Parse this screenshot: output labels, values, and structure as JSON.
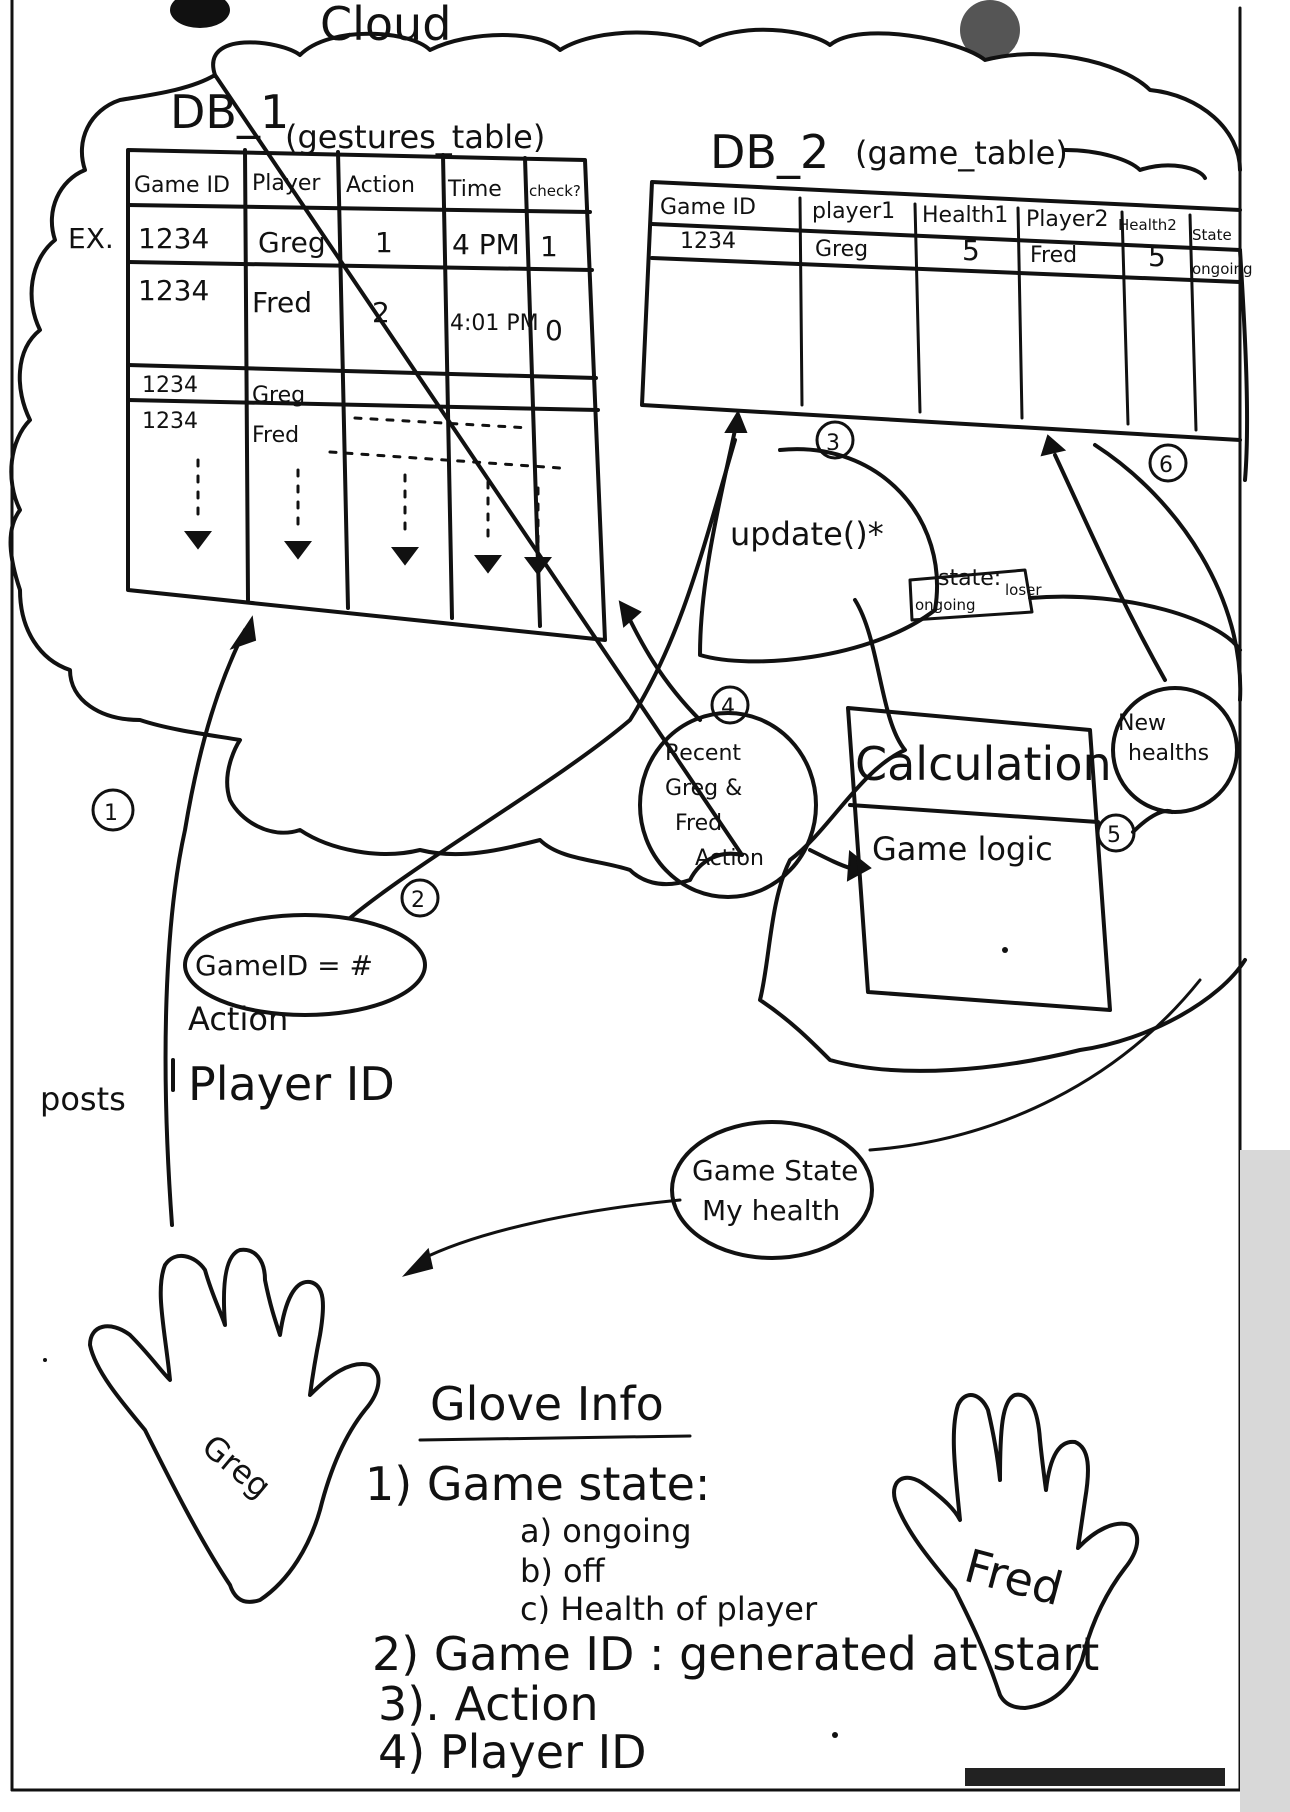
{
  "diagram": {
    "cloud_title": "Cloud",
    "db1": {
      "title": "DB_1",
      "subtitle": "(gestures_table)",
      "row_label": "EX.",
      "columns": [
        "Game ID",
        "Player",
        "Action",
        "Time",
        "check?"
      ],
      "rows": [
        [
          "1234",
          "Greg",
          "1",
          "4 PM",
          "1"
        ],
        [
          "1234",
          "Fred",
          "2",
          "4:01 PM",
          "0"
        ],
        [
          "1234",
          "Greg",
          "",
          "",
          ""
        ],
        [
          "1234",
          "Fred",
          "",
          "",
          ""
        ]
      ]
    },
    "db2": {
      "title": "DB_2",
      "subtitle": "(game_table)",
      "columns": [
        "Game ID",
        "player1",
        "Health1",
        "Player2",
        "Health2",
        "State"
      ],
      "row": [
        "1234",
        "Greg",
        "5",
        "Fred",
        "5",
        "ongoing"
      ]
    },
    "calculation": {
      "title": "Calculation",
      "body": "Game logic"
    },
    "bubbles": {
      "recent": [
        "Recent",
        "Greg &",
        "Fred",
        "Action"
      ],
      "new_healths": [
        "New",
        "healths"
      ],
      "game_state": [
        "Game State",
        "My health"
      ],
      "game_id": "GameID = #",
      "state_note": [
        "state:",
        "ongoing",
        "loser"
      ]
    },
    "labels": {
      "update": "update()*",
      "action": "Action",
      "player_id": "Player ID",
      "posts": "posts"
    },
    "steps": [
      "1",
      "2",
      "3",
      "4",
      "5",
      "6"
    ],
    "hands": {
      "left": "Greg",
      "right": "Fred"
    },
    "glove_info": {
      "title": "Glove Info",
      "items": [
        "1) Game state:",
        "a) ongoing",
        "b) off",
        "c) Health of player",
        "2) Game ID : generated at start",
        "3). Action",
        "4) Player ID"
      ]
    }
  }
}
